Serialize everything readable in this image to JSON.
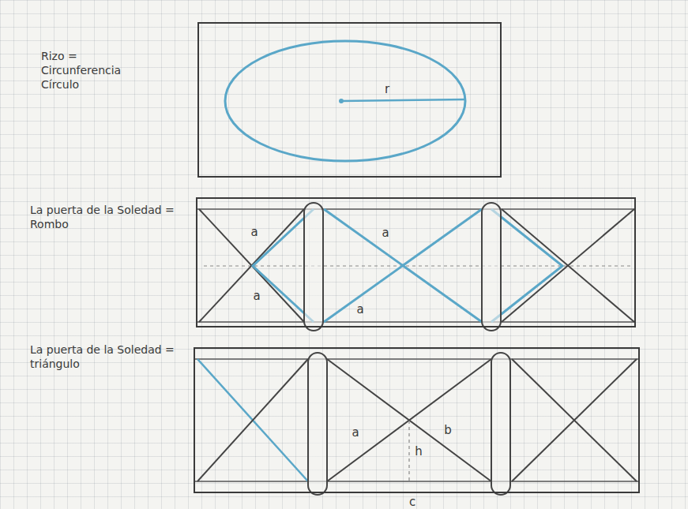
{
  "diagram": {
    "nodes": [
      {
        "text": [
          "Rizo = Circunferencia Círculo"
        ]
      },
      {
        "text": [
          "La puerta de la Soledad = Rombo"
        ]
      },
      {
        "text": [
          "La puerta de la Soledad = triángulo"
        ]
      }
    ],
    "labels": [
      "r",
      "a",
      "a",
      "a",
      "a",
      "a",
      "b",
      "h",
      "c"
    ]
  }
}
